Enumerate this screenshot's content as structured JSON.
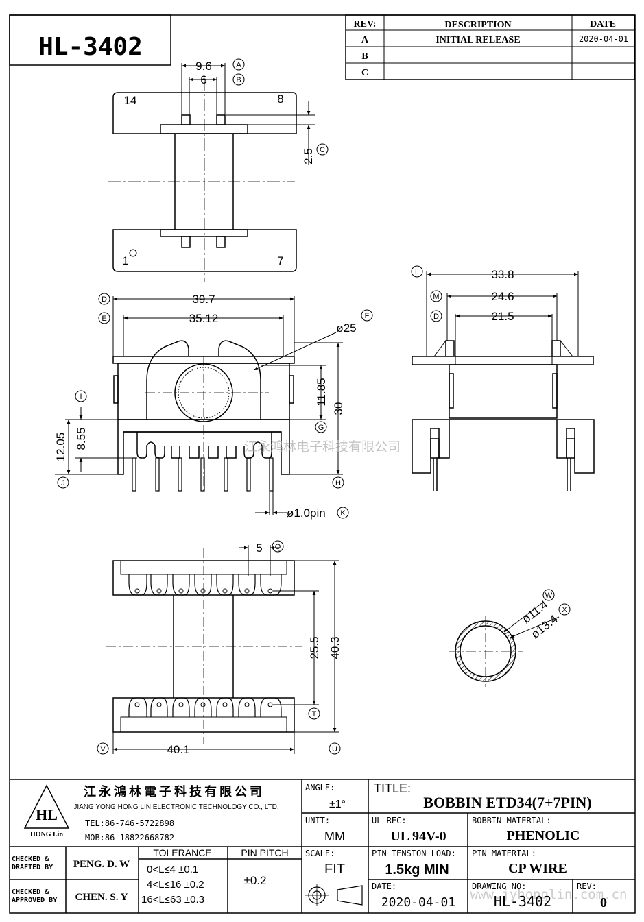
{
  "part_number": "HL-3402",
  "revision_table": {
    "headers": {
      "rev": "REV:",
      "description": "DESCRIPTION",
      "date": "DATE"
    },
    "rows": [
      {
        "rev": "A",
        "description": "INITIAL RELEASE",
        "date": "2020-04-01"
      },
      {
        "rev": "B",
        "description": "",
        "date": ""
      },
      {
        "rev": "C",
        "description": "",
        "date": ""
      }
    ]
  },
  "top_view": {
    "dim_outer": "9.6",
    "dim_inner": "6",
    "dim_flange": "2.5",
    "pin_left_top": "14",
    "pin_right_top": "8",
    "pin_left_bottom": "1",
    "pin_right_bottom": "7",
    "callouts": {
      "a": "A",
      "b": "B",
      "c": "C"
    }
  },
  "front_view": {
    "dim_overall": "39.7",
    "dim_inner": "35.12",
    "dim_diameter": "ø25",
    "dim_height_total": "30",
    "dim_height_center": "11.85",
    "dim_left_outer": "12.05",
    "dim_left_inner": "8.55",
    "dim_pin": "ø1.0pin",
    "callouts": {
      "d": "D",
      "e": "E",
      "f": "F",
      "g": "G",
      "h": "H",
      "i": "I",
      "j": "J",
      "k": "K"
    }
  },
  "side_view": {
    "dim_overall": "33.8",
    "dim_mid": "24.6",
    "dim_inner": "21.5",
    "callouts": {
      "l": "L",
      "m": "M",
      "d": "D"
    }
  },
  "bottom_view": {
    "dim_pitch": "5",
    "dim_row_span": "25.5",
    "dim_height": "40.3",
    "dim_width": "40.1",
    "callouts": {
      "q": "Q",
      "t": "T",
      "u": "U",
      "v": "V"
    }
  },
  "pin_section": {
    "dim_inner": "ø11.4",
    "dim_outer": "ø13.4",
    "callouts": {
      "w": "W",
      "x": "X"
    }
  },
  "watermark": {
    "company_cn": "江永鸿林电子科技有限公司",
    "url": "www.jyhonglin.com.cn"
  },
  "title_block": {
    "company_cn": "江永鴻林電子科技有限公司",
    "company_en": "JIANG YONG HONG LIN ELECTRONIC TECHNOLOGY CO., LTD.",
    "logo_text": "HL",
    "logo_subtext": "HONG Lin",
    "tel": "TEL:86-746-5722898",
    "mob": "MOB:86-18822668782",
    "angle_label": "ANGLE:",
    "angle_value": "±1°",
    "title_label": "TITLE:",
    "title_value": "BOBBIN   ETD34(7+7PIN)",
    "unit_label": "UNIT:",
    "unit_value": "MM",
    "ul_label": "UL REC:",
    "ul_value": "UL 94V-0",
    "bobbin_material_label": "BOBBIN MATERIAL:",
    "bobbin_material_value": "PHENOLIC",
    "checked_drafted_label_1": "CHECKED &",
    "checked_drafted_label_2": "DRAFTED BY",
    "checked_drafted_value": "PENG. D. W",
    "checked_approved_label_1": "CHECKED &",
    "checked_approved_label_2": "APPROVED BY",
    "checked_approved_value": "CHEN. S. Y",
    "tolerance_label": "TOLERANCE",
    "tolerance_rows": [
      "0<L≤4  ±0.1",
      "4<L≤16 ±0.2",
      "16<L≤63 ±0.3"
    ],
    "pin_pitch_label": "PIN PITCH",
    "pin_pitch_value": "±0.2",
    "scale_label": "SCALE:",
    "scale_value": "FIT",
    "pin_tension_label": "PIN TENSION LOAD:",
    "pin_tension_value": "1.5kg  MIN",
    "pin_material_label": "PIN MATERIAL:",
    "pin_material_value": "CP WIRE",
    "date_label": "DATE:",
    "date_value": "2020-04-01",
    "drawing_no_label": "DRAWING NO:",
    "drawing_no_value": "HL-3402",
    "rev_label": "REV:",
    "rev_value": "0"
  }
}
